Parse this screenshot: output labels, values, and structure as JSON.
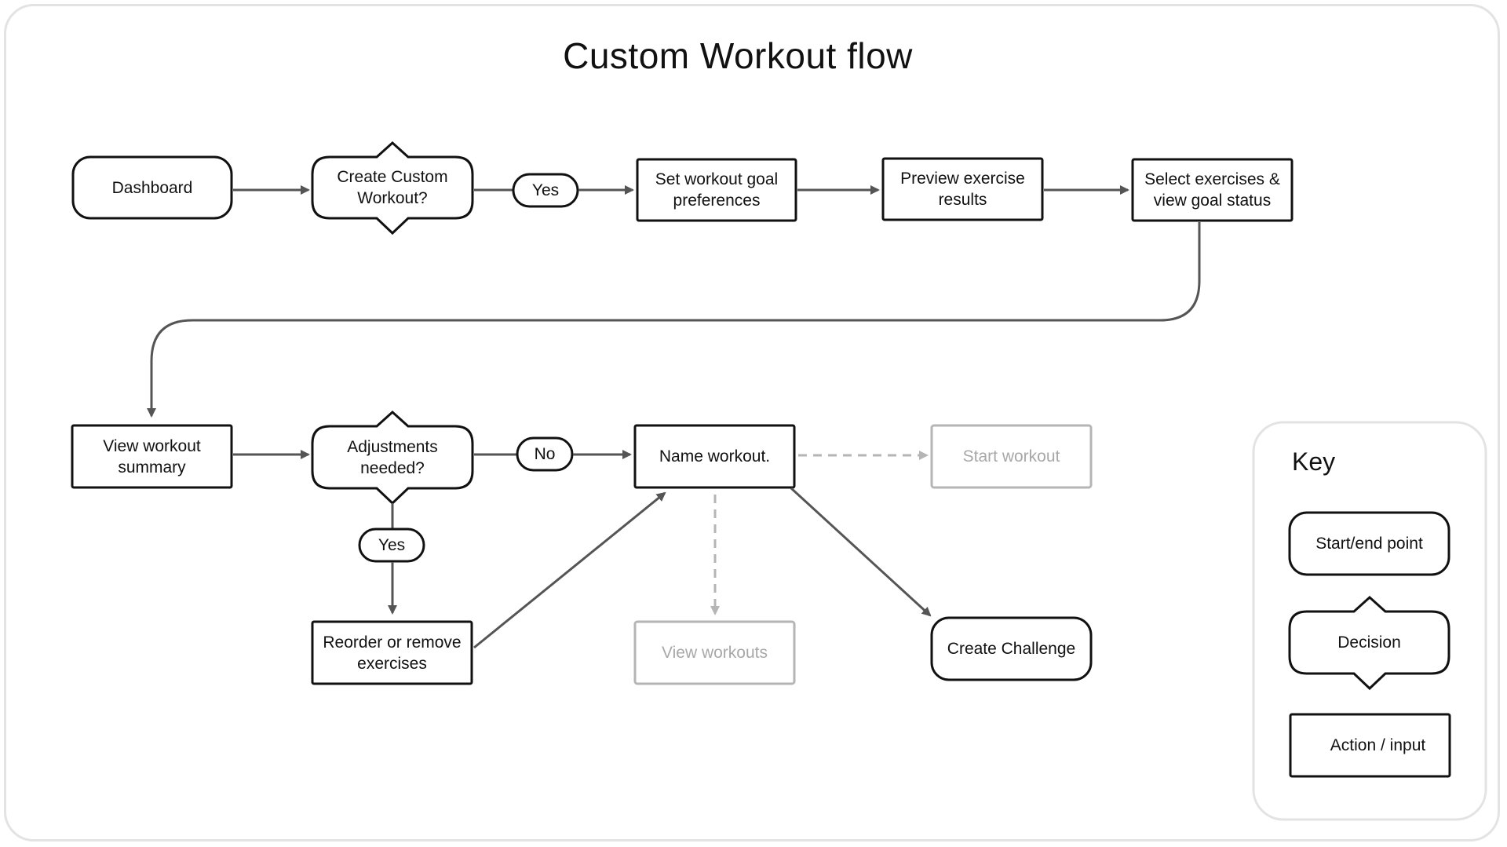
{
  "title": "Custom Workout flow",
  "nodes": {
    "dashboard": "Dashboard",
    "create_custom_workout": "Create Custom Workout?",
    "set_goal_preferences": "Set workout goal preferences",
    "preview_results": "Preview exercise results",
    "select_exercises": "Select exercises & view goal status",
    "view_summary": "View workout summary",
    "adjustments_needed": "Adjustments needed?",
    "name_workout": "Name workout.",
    "start_workout": "Start workout",
    "reorder_remove": "Reorder or remove exercises",
    "view_workouts": "View workouts",
    "create_challenge": "Create Challenge"
  },
  "labels": {
    "yes_top": "Yes",
    "no": "No",
    "yes_bottom": "Yes"
  },
  "key": {
    "title": "Key",
    "start_end": "Start/end point",
    "decision": "Decision",
    "action_input": "Action / input"
  },
  "colors": {
    "stroke": "#111111",
    "arrow": "#555555",
    "ghost": "#b5b5b5",
    "key_border": "#e3e3e3"
  }
}
